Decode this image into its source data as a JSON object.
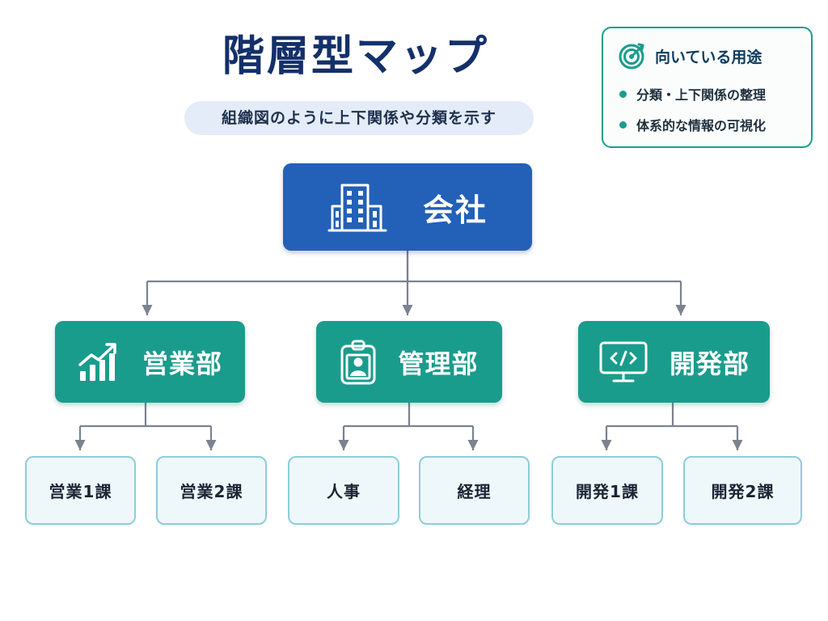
{
  "title": "階層型マップ",
  "subtitle": "組織図のように上下関係や分類を示す",
  "use_cases": {
    "heading": "向いている用途",
    "items": [
      "分類・上下関係の整理",
      "体系的な情報の可視化"
    ]
  },
  "hierarchy": {
    "root": {
      "label": "会社",
      "icon": "building-icon"
    },
    "departments": [
      {
        "label": "営業部",
        "icon": "growth-chart-icon",
        "teams": [
          "営業1課",
          "営業2課"
        ]
      },
      {
        "label": "管理部",
        "icon": "id-badge-icon",
        "teams": [
          "人事",
          "経理"
        ]
      },
      {
        "label": "開発部",
        "icon": "code-monitor-icon",
        "teams": [
          "開発1課",
          "開発2課"
        ]
      }
    ]
  },
  "colors": {
    "title": "#14306b",
    "root": "#2360b8",
    "department": "#1a9c8c",
    "team_fill": "#eef8fb",
    "team_border": "#8ecdd9",
    "connector": "#7b8290"
  }
}
